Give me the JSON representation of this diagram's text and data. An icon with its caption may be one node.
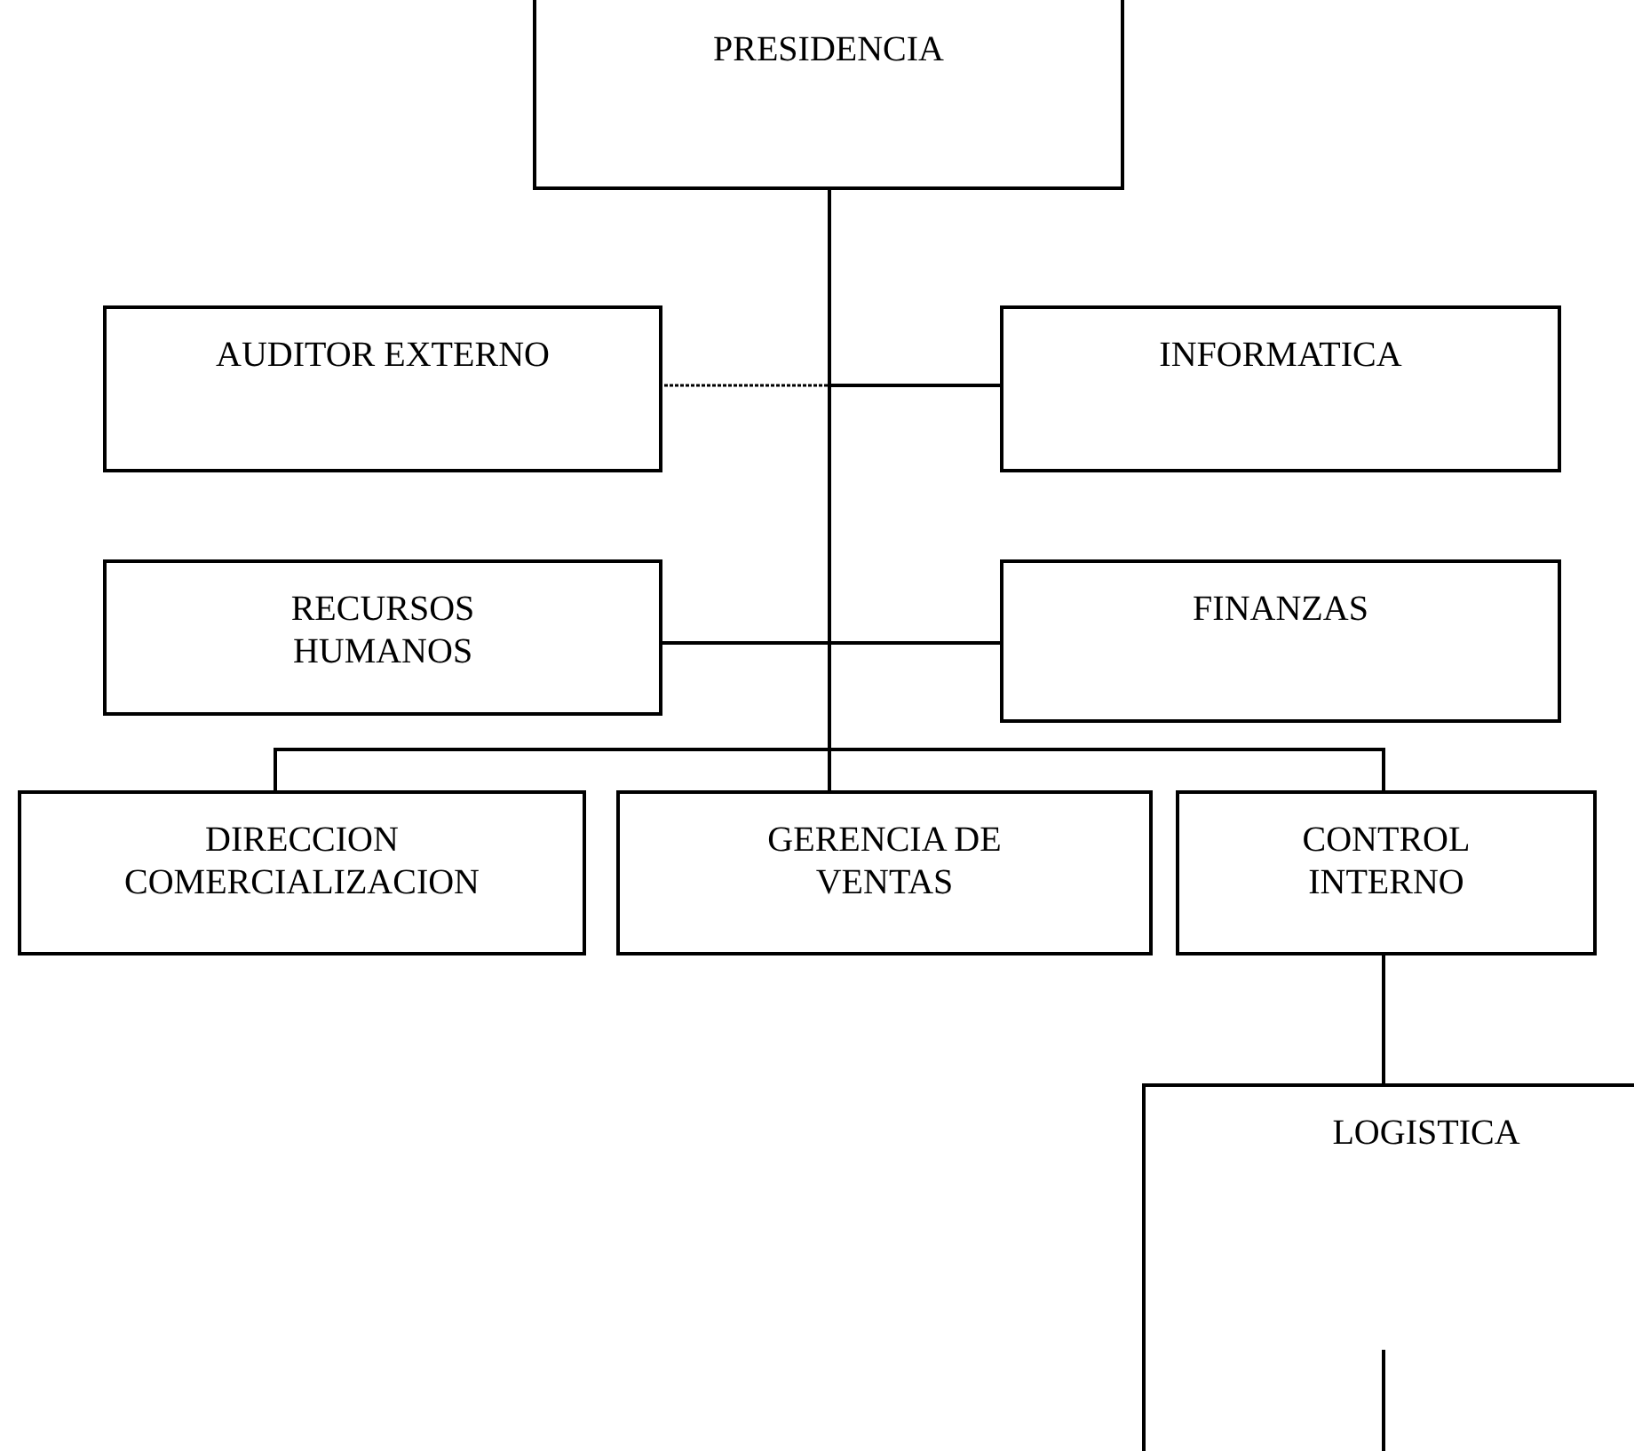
{
  "diagram": {
    "nodes": [
      {
        "text": [
          "PRESIDENCIA"
        ]
      },
      {
        "text": [
          "AUDITOR EXTERNO"
        ]
      },
      {
        "text": [
          "INFORMATICA"
        ]
      },
      {
        "text": [
          "RECURSOS HUMANOS"
        ]
      },
      {
        "text": [
          "FINANZAS"
        ]
      },
      {
        "text": [
          "DIRECCION COMERCIALIZACION"
        ]
      },
      {
        "text": [
          "GERENCIA DE VENTAS"
        ]
      },
      {
        "text": [
          "CONTROL INTERNO"
        ]
      },
      {
        "text": [
          "LOGISTICA"
        ]
      }
    ],
    "edges": [
      {
        "from": 0,
        "to": 1,
        "arrow": "none",
        "style": "dashed"
      },
      {
        "from": 0,
        "to": 2,
        "arrow": "none"
      },
      {
        "from": 0,
        "to": 3,
        "arrow": "none"
      },
      {
        "from": 0,
        "to": 4,
        "arrow": "none"
      },
      {
        "from": 0,
        "to": 5,
        "arrow": "none"
      },
      {
        "from": 0,
        "to": 6,
        "arrow": "none"
      },
      {
        "from": 0,
        "to": 7,
        "arrow": "none"
      },
      {
        "from": 7,
        "to": 8,
        "arrow": "none"
      },
      {
        "from": 8,
        "to": null,
        "arrow": "none"
      }
    ]
  }
}
